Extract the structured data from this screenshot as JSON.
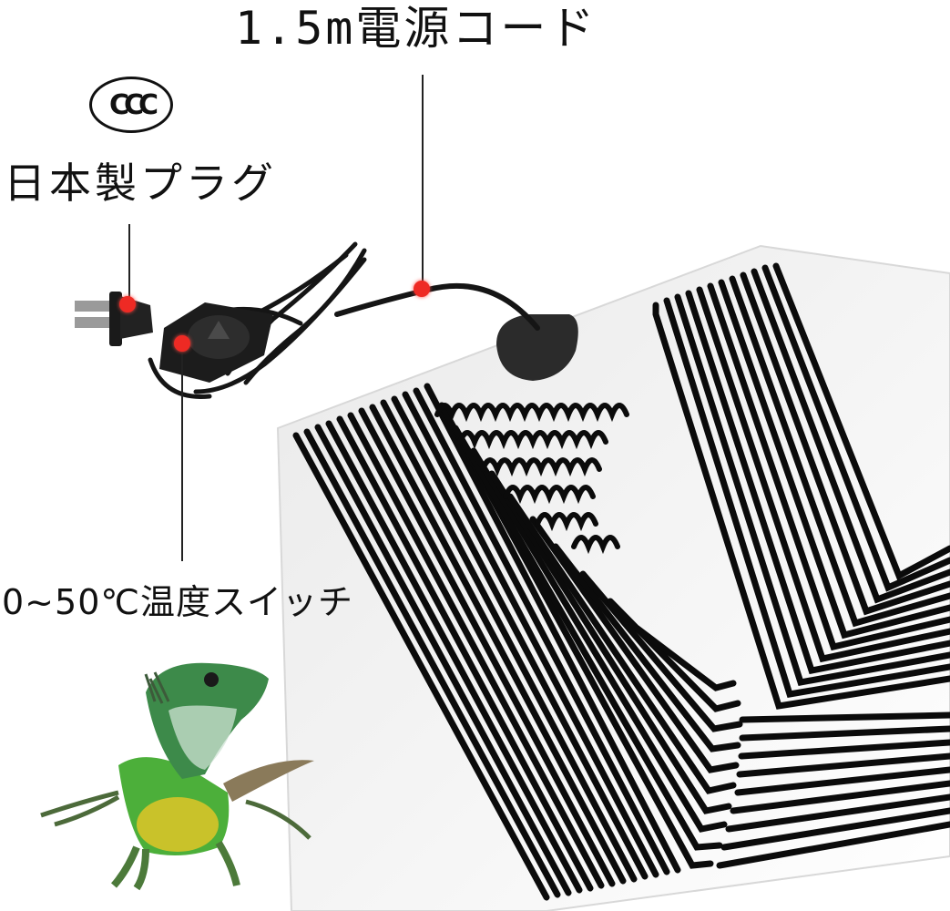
{
  "callouts": {
    "power_cord": {
      "text": "1.5m電源コード"
    },
    "plug": {
      "text": "日本製プラグ",
      "certification_mark": "CCC"
    },
    "temp_switch": {
      "text": "0~50℃温度スイッチ"
    }
  },
  "icons": {
    "ccc_mark": "ccc-certification-icon"
  },
  "colors": {
    "marker_red": "#ee2a24",
    "heater_trace": "#0b0b0b",
    "pad_base": "#f2f2f2",
    "lizard_green": "#4caf3a",
    "lizard_belly": "#c9c22a"
  }
}
